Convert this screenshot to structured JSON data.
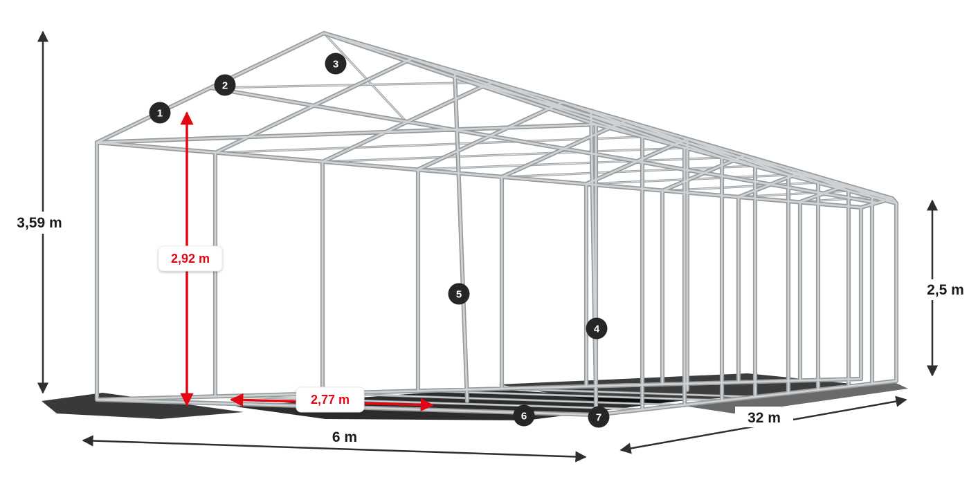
{
  "diagram": {
    "colors": {
      "accent_red": "#e30613",
      "dimension_black": "#2e2e2e",
      "steel_outline": "#969b9e",
      "steel_fill": "#ced2d4",
      "badge_bg": "#262626",
      "badge_text": "#ffffff"
    },
    "dimensions": {
      "total_height": {
        "label": "3,59 m"
      },
      "clear_height": {
        "label": "2,92 m"
      },
      "side_height": {
        "label": "2,5 m"
      },
      "clear_width": {
        "label": "2,77 m"
      },
      "width": {
        "label": "6 m"
      },
      "length": {
        "label": "32 m"
      }
    },
    "markers": [
      {
        "n": "1"
      },
      {
        "n": "2"
      },
      {
        "n": "3"
      },
      {
        "n": "4"
      },
      {
        "n": "5"
      },
      {
        "n": "6"
      },
      {
        "n": "7"
      }
    ]
  }
}
